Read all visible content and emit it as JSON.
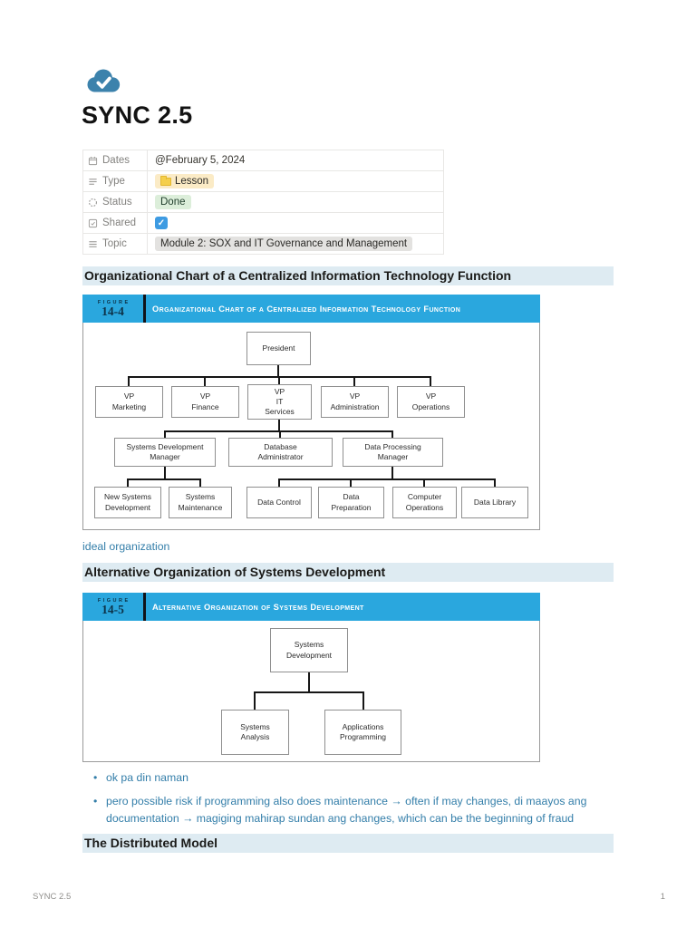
{
  "page": {
    "title": "SYNC 2.5",
    "icon": "cloud-check",
    "footer_left": "SYNC 2.5",
    "footer_page_number": "1"
  },
  "properties": [
    {
      "icon": "calendar-icon",
      "label": "Dates",
      "value": "@February 5, 2024"
    },
    {
      "icon": "select-icon",
      "label": "Type",
      "value": "Lesson",
      "emoji": "folder",
      "tag_color": "yellow"
    },
    {
      "icon": "status-icon",
      "label": "Status",
      "value": "Done",
      "tag_color": "green"
    },
    {
      "icon": "checkbox-icon",
      "label": "Shared",
      "value": "checked"
    },
    {
      "icon": "list-icon",
      "label": "Topic",
      "value": "Module 2: SOX and IT Governance and Management",
      "tag_color": "gray"
    }
  ],
  "headings": [
    {
      "text": "Organizational Chart of a Centralized Information Technology Function"
    },
    {
      "text": "Alternative Organization of Systems Development"
    },
    {
      "text": "The Distributed Model"
    }
  ],
  "link_text": "ideal organization",
  "bullets": [
    "ok pa din naman",
    "pero possible risk if programming also does maintenance → often if may changes, di maayos ang documentation → magiging mahirap sundan ang changes, which can be the beginning of fraud"
  ],
  "figures": [
    {
      "tag_label": "FIGURE",
      "number": "14-4",
      "title": "Organizational Chart of a Centralized Information Technology Function",
      "nodes": {
        "president": "President",
        "vp_marketing": "VP\nMarketing",
        "vp_finance": "VP\nFinance",
        "vp_it_services": "VP\nIT\nServices",
        "vp_administration": "VP\nAdministration",
        "vp_operations": "VP\nOperations",
        "systems_development_manager": "Systems Development\nManager",
        "database_administrator": "Database\nAdministrator",
        "data_processing_manager": "Data Processing\nManager",
        "new_systems_development": "New Systems\nDevelopment",
        "systems_maintenance": "Systems\nMaintenance",
        "data_control": "Data Control",
        "data_preparation": "Data\nPreparation",
        "computer_operations": "Computer\nOperations",
        "data_library": "Data Library"
      },
      "hierarchy": {
        "President": [
          "VP Marketing",
          "VP Finance",
          "VP IT Services",
          "VP Administration",
          "VP Operations"
        ],
        "VP IT Services": [
          "Systems Development Manager",
          "Database Administrator",
          "Data Processing Manager"
        ],
        "Systems Development Manager": [
          "New Systems Development",
          "Systems Maintenance"
        ],
        "Data Processing Manager": [
          "Data Control",
          "Data Preparation",
          "Computer Operations",
          "Data Library"
        ]
      }
    },
    {
      "tag_label": "FIGURE",
      "number": "14-5",
      "title": "Alternative Organization of Systems Development",
      "nodes": {
        "systems_development": "Systems\nDevelopment",
        "systems_analysis": "Systems\nAnalysis",
        "applications_programming": "Applications\nProgramming"
      },
      "hierarchy": {
        "Systems Development": [
          "Systems Analysis",
          "Applications Programming"
        ]
      }
    }
  ],
  "colors": {
    "figure_header_blue": "#2aa7de",
    "heading_highlight": "#deebf2",
    "link_blue": "#337ea9",
    "tag_yellow_bg": "#fbebc6",
    "tag_green_bg": "#dceeda",
    "tag_gray_bg": "#e3e2e0",
    "checkbox_blue": "#3e9be2",
    "page_icon_blue": "#3c82ac"
  }
}
